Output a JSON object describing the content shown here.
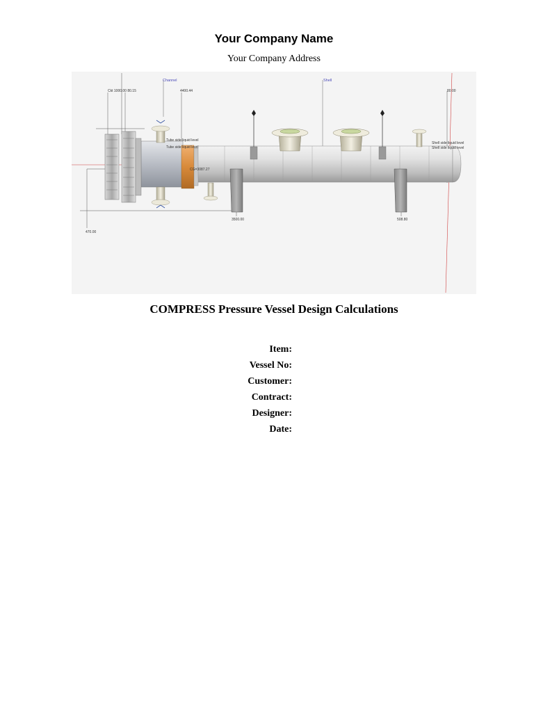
{
  "header": {
    "company_name": "Your Company Name",
    "company_address": "Your Company Address"
  },
  "drawing": {
    "labels": {
      "channel": "Channel",
      "shell": "Shell",
      "dim_top_left": "Ckt 1000.00  80.15",
      "dim_top_mid": "4400.44",
      "dim_top_right": "80.00",
      "dim_cg": "CG=3087.27",
      "tube_liquid_1": "Tube side liquid level",
      "tube_liquid_2": "Tube side liquid level",
      "shell_liquid_1": "Shell side liquid level",
      "shell_liquid_2": "Shell side liquid level",
      "dim_saddle_1": "3500.00",
      "dim_saddle_2": "508.80",
      "dim_bottom_left": "470.00"
    }
  },
  "title": "COMPRESS Pressure Vessel Design Calculations",
  "fields": [
    {
      "label": "Item:"
    },
    {
      "label": "Vessel No:"
    },
    {
      "label": "Customer:"
    },
    {
      "label": "Contract:"
    },
    {
      "label": "Designer:"
    },
    {
      "label": "Date:"
    }
  ]
}
